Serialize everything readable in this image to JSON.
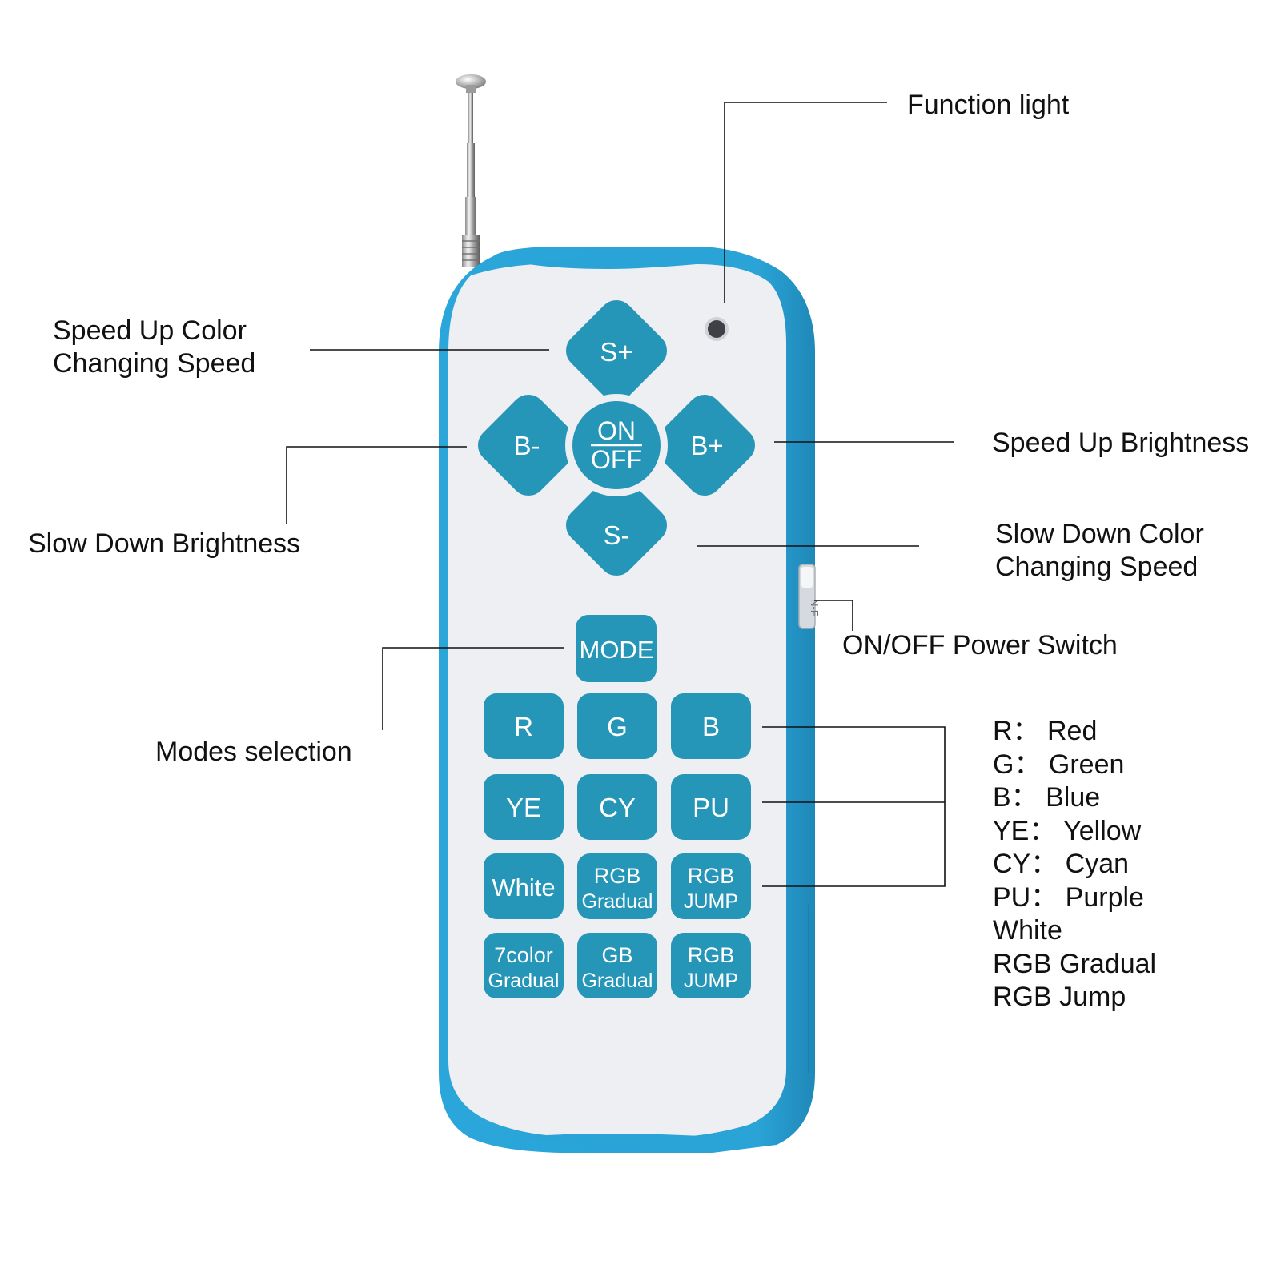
{
  "colors": {
    "shell": "#2aa3d6",
    "face": "#edeff3",
    "key": "#2596b8",
    "key_text": "#ffffff",
    "line": "#111111"
  },
  "icons": {
    "antenna": "antenna-icon",
    "indicator": "function-light-icon",
    "switch": "power-switch-icon"
  },
  "labels": {
    "function_light": "Function light",
    "speed_up_color": [
      "Speed Up Color",
      "Changing Speed"
    ],
    "speed_up_brightness": "Speed Up Brightness",
    "slow_down_brightness": "Slow Down Brightness",
    "slow_down_color": [
      "Slow Down Color",
      "Changing Speed"
    ],
    "power_switch": "ON/OFF Power Switch",
    "modes_selection": "Modes selection"
  },
  "legend": [
    "R：  Red",
    "G：  Green",
    "B：  Blue",
    "YE：  Yellow",
    "CY：  Cyan",
    "PU：  Purple",
    "White",
    "RGB Gradual",
    "RGB Jump"
  ],
  "remote": {
    "dpad": {
      "up": "S+",
      "down": "S-",
      "left": "B-",
      "right": "B+",
      "center_top": "ON",
      "center_bottom": "OFF"
    },
    "mode": "MODE",
    "switch_text": "N-F",
    "grid": [
      [
        "R"
      ],
      [
        "G"
      ],
      [
        "B"
      ],
      [
        "YE"
      ],
      [
        "CY"
      ],
      [
        "PU"
      ],
      [
        "White"
      ],
      [
        "RGB",
        "Gradual"
      ],
      [
        "RGB",
        "JUMP"
      ],
      [
        "7color",
        "Gradual"
      ],
      [
        "GB",
        "Gradual"
      ],
      [
        "RGB",
        "JUMP"
      ]
    ]
  }
}
